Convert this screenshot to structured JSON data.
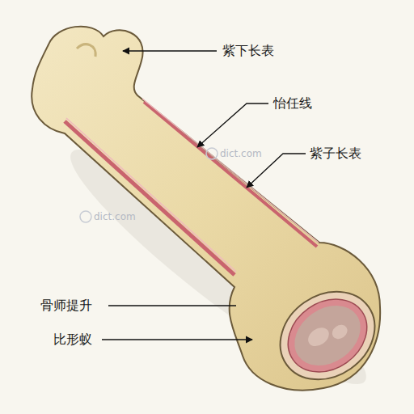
{
  "diagram": {
    "labels": [
      "紫下长表",
      "怡任线",
      "紫子长表",
      "骨师提升",
      "比形蚁",
      "dict.com",
      "dict.com"
    ]
  }
}
